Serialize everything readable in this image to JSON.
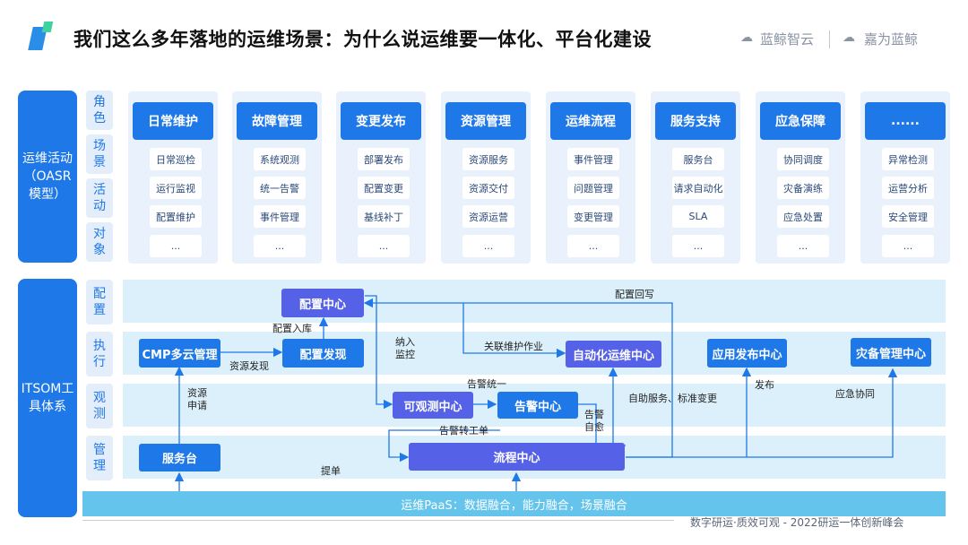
{
  "title": "我们这么多年落地的运维场景：为什么说运维要一体化、平台化建设",
  "brands": {
    "brand1": "蓝鲸智云",
    "brand2": "嘉为蓝鲸"
  },
  "section1": {
    "label": "运维活动\n（OASR\n模型）",
    "row_labels": [
      "角\n色",
      "场\n景",
      "活\n动",
      "对\n象"
    ],
    "columns": [
      {
        "title": "日常维护",
        "items": [
          "日常巡检",
          "运行监视",
          "配置维护",
          "..."
        ]
      },
      {
        "title": "故障管理",
        "items": [
          "系统观测",
          "统一告警",
          "事件管理",
          "..."
        ]
      },
      {
        "title": "变更发布",
        "items": [
          "部署发布",
          "配置变更",
          "基线补丁",
          "..."
        ]
      },
      {
        "title": "资源管理",
        "items": [
          "资源服务",
          "资源交付",
          "资源运营",
          "..."
        ]
      },
      {
        "title": "运维流程",
        "items": [
          "事件管理",
          "问题管理",
          "变更管理",
          "..."
        ]
      },
      {
        "title": "服务支持",
        "items": [
          "服务台",
          "请求自动化",
          "SLA",
          "..."
        ]
      },
      {
        "title": "应急保障",
        "items": [
          "协同调度",
          "灾备演练",
          "应急处置",
          "..."
        ]
      },
      {
        "title": "......",
        "items": [
          "异常检测",
          "运营分析",
          "安全管理",
          "..."
        ]
      }
    ]
  },
  "section2": {
    "label": "ITSOM工\n具体系",
    "row_labels": [
      "配\n置",
      "执\n行",
      "观\n测",
      "管\n理"
    ],
    "boxes": {
      "config_center": "配置中心",
      "cmp": "CMP多云管理",
      "config_discovery": "配置发现",
      "auto_ops": "自动化运维中心",
      "app_release": "应用发布中心",
      "dr_center": "灾备管理中心",
      "observability": "可观测中心",
      "alert": "告警中心",
      "service_desk": "服务台",
      "process": "流程中心"
    },
    "labels": {
      "config_writeback": "配置回写",
      "config_store": "配置入库",
      "resource_discovery": "资源发现",
      "manage_monitor": "纳入\n监控",
      "assoc_job": "关联维护作业",
      "alert_unify": "告警统一",
      "resource_apply": "资源\n申请",
      "self_service": "自助服务、标准变更",
      "release": "发布",
      "emergency": "应急协同",
      "alert_self_heal": "告警\n自愈",
      "alert_ticket": "告警转工单",
      "submit": "提单"
    },
    "paas": "运维PaaS：数据融合，能力融合，场景融合"
  },
  "footer": "数字研运·质效可观 - 2022研运一体创新峰会",
  "colors": {
    "primary": "#1f78e8",
    "purple": "#5561e6",
    "band": "#dcf0fb",
    "paas": "#64c4ec"
  }
}
